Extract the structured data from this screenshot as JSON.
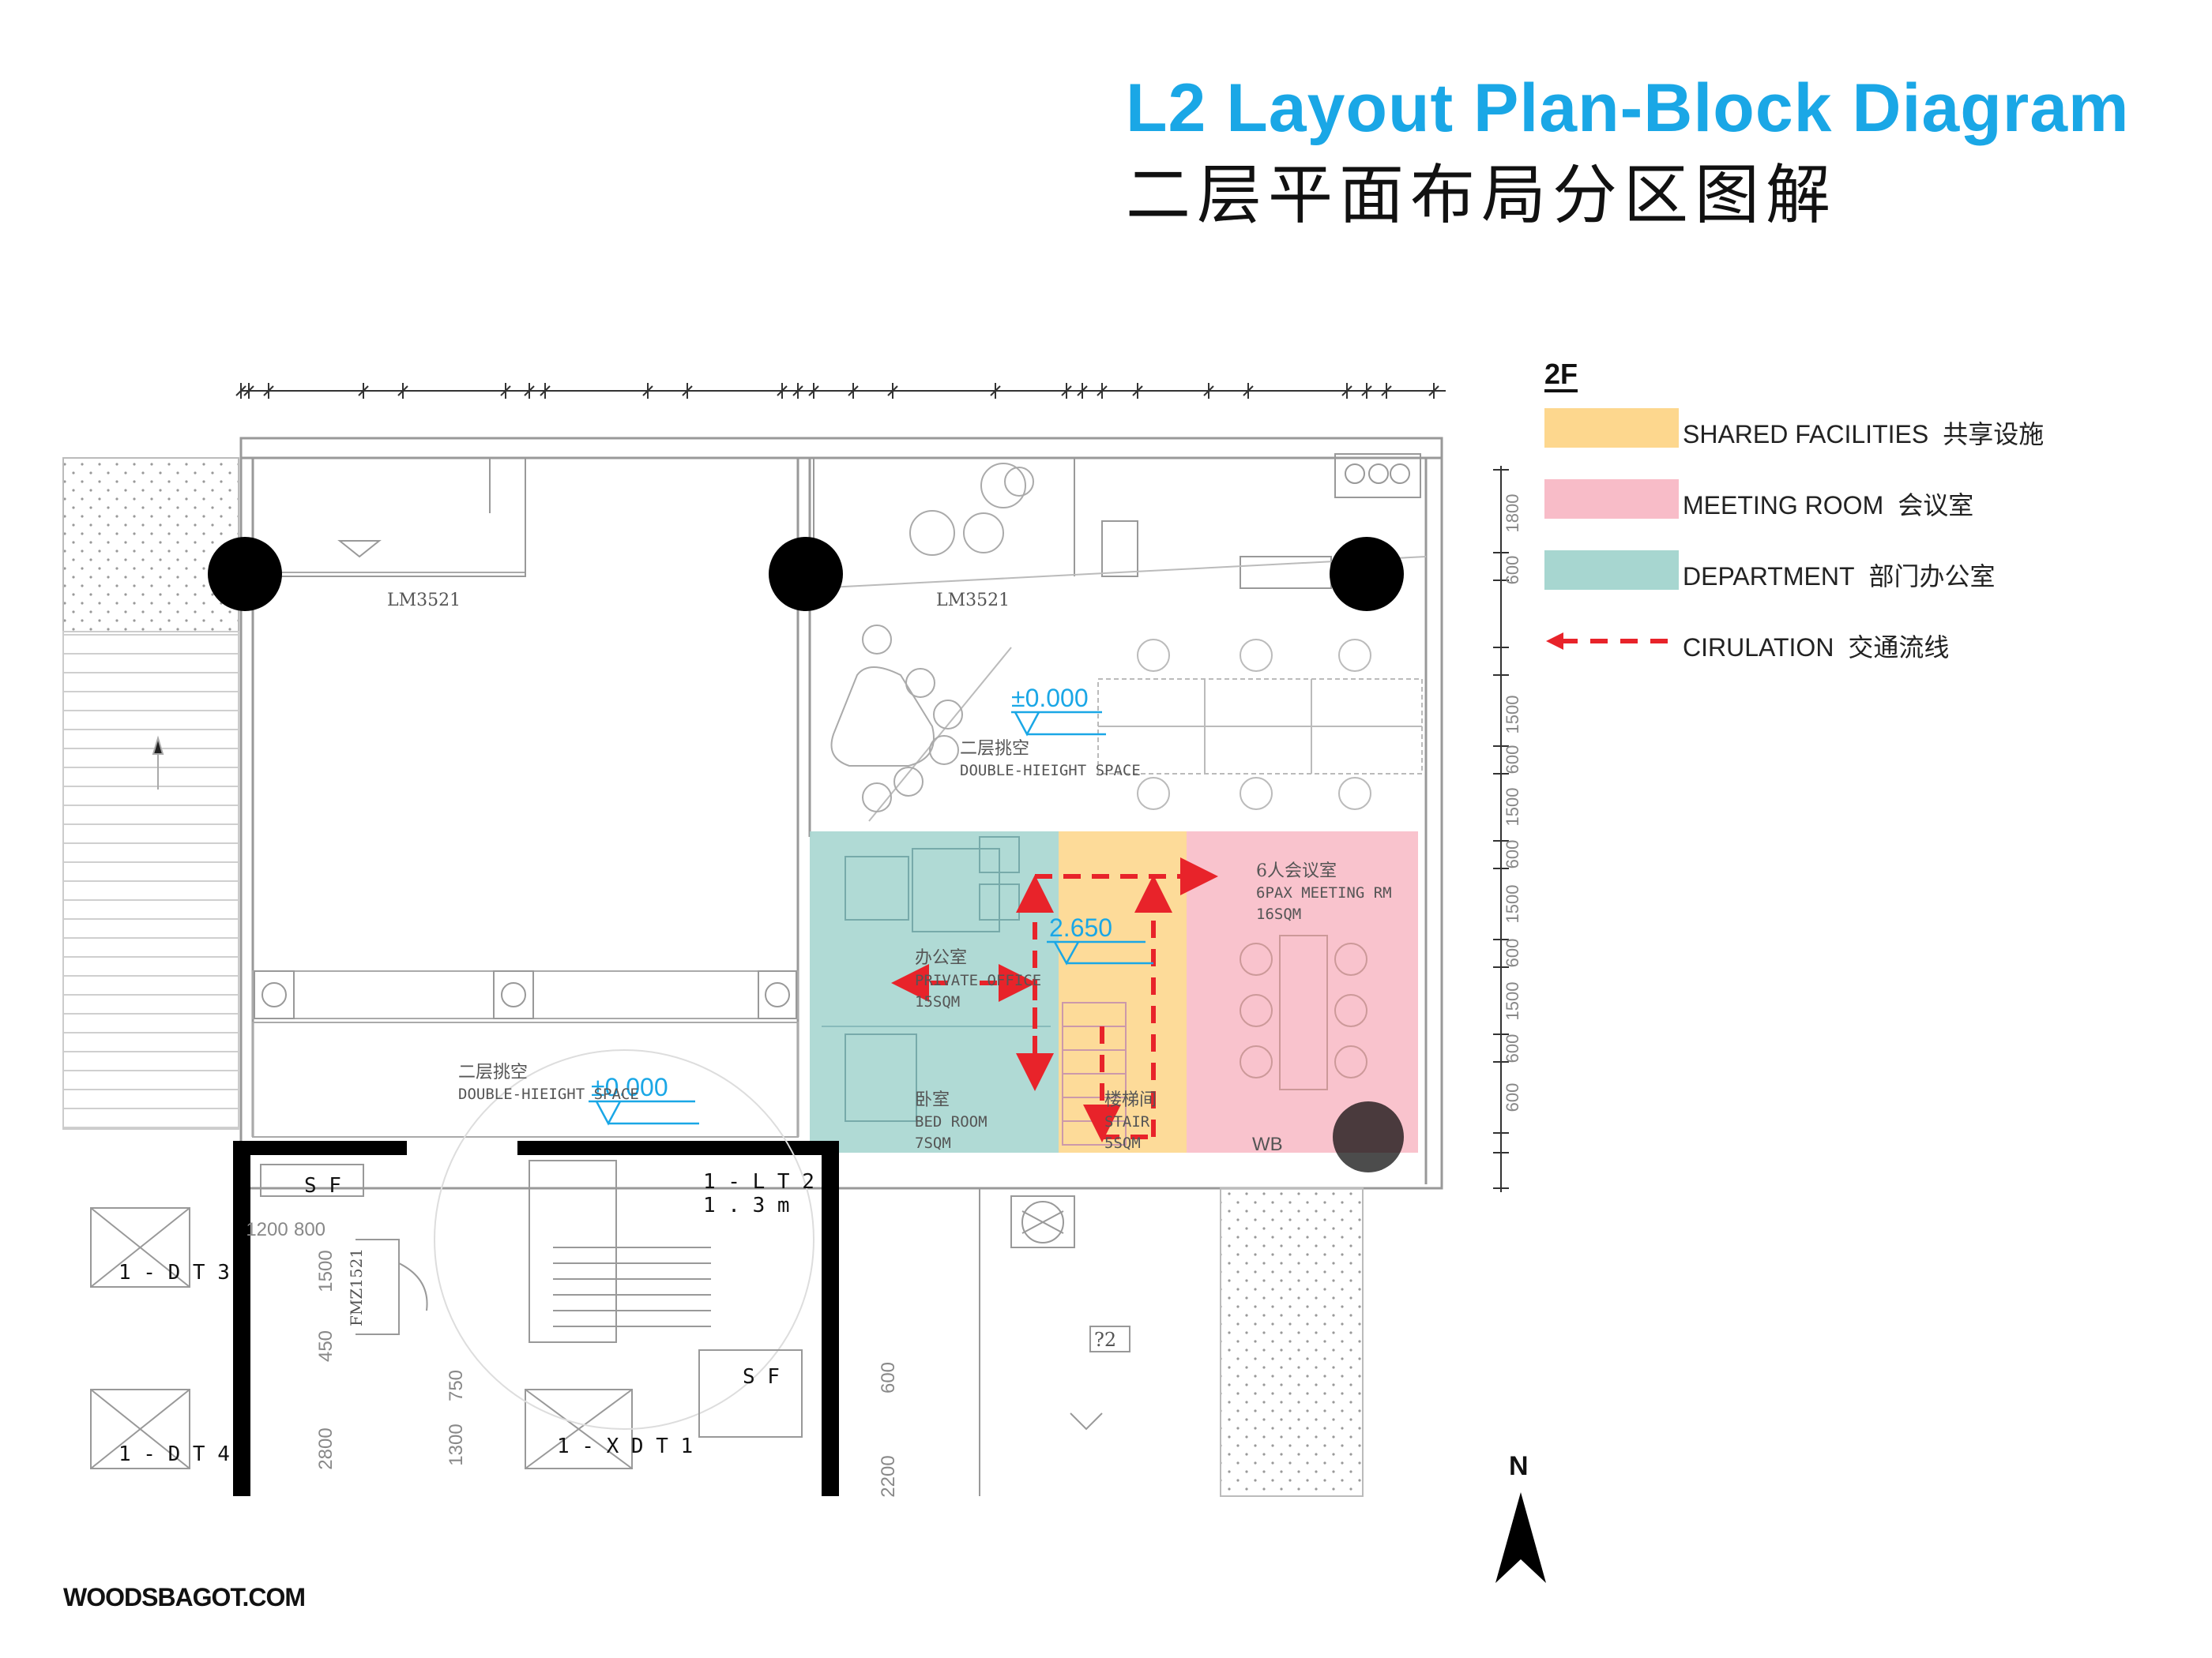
{
  "title": {
    "en": "L2 Layout Plan-Block Diagram",
    "cn": "二层平面布局分区图解"
  },
  "legend": {
    "heading": "2F",
    "items": [
      {
        "label": "SHARED FACILITIES",
        "label_cn": "共享设施",
        "color": "#fdd78e",
        "kind": "swatch"
      },
      {
        "label": "MEETING ROOM",
        "label_cn": "会议室",
        "color": "#f8bcc8",
        "kind": "swatch"
      },
      {
        "label": "DEPARTMENT",
        "label_cn": "部门办公室",
        "color": "#a7d6d0",
        "kind": "swatch"
      },
      {
        "label": "CIRULATION",
        "label_cn": "交通流线",
        "color": "#e8232a",
        "kind": "arrow"
      }
    ]
  },
  "zones": {
    "private_office": {
      "cn": "办公室",
      "en": "PRIVATE OFFICE",
      "area": "15SQM",
      "color": "#a7d6d0"
    },
    "bed_room": {
      "cn": "卧室",
      "en": "BED ROOM",
      "area": "7SQM",
      "color": "#a7d6d0"
    },
    "stair": {
      "cn": "楼梯间",
      "en": "STAIR",
      "area": "5SQM",
      "color": "#fdd78e"
    },
    "meeting": {
      "cn": "6人会议室",
      "en": "6PAX MEETING RM",
      "area": "16SQM",
      "color": "#f8bcc8"
    },
    "wb": "WB"
  },
  "annotations": {
    "double_height_cn": "二层挑空",
    "double_height_en": "DOUBLE-HIEIGHT SPACE",
    "level_zero": "±0.000",
    "level_upper": "2.650",
    "lm_code": "LM3521",
    "door_code": "FMZ1521",
    "room_q": "?2",
    "sf": "S F",
    "lift": "1 - L T 2",
    "lift_height": "1 . 3 m",
    "dt3": "1 - D T 3",
    "dt4": "1 - D T 4",
    "xdt1": "1 - X D T 1"
  },
  "dimensions": {
    "right": [
      "1800",
      "600",
      "1500",
      "600",
      "1500",
      "600",
      "1500",
      "600",
      "1500",
      "600",
      "600"
    ],
    "core": [
      "1200",
      "800",
      "1500",
      "450",
      "750",
      "1300",
      "2800",
      "600",
      "2200"
    ]
  },
  "north": "N",
  "footer": "WOODSBAGOT.COM"
}
